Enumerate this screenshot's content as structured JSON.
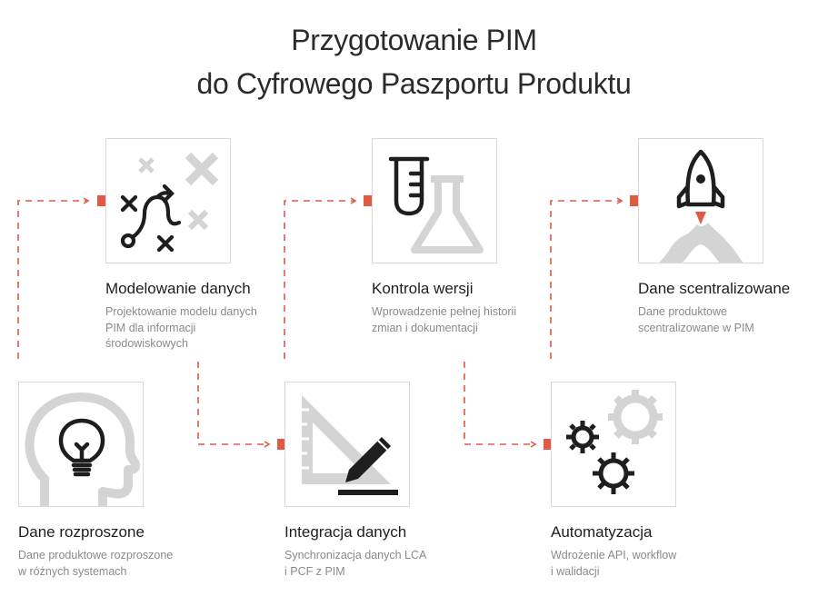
{
  "title": {
    "line1": "Przygotowanie PIM",
    "line2": "do Cyfrowego Paszportu Produktu"
  },
  "accent_color": "#e05a44",
  "icon_dark": "#1e1e1e",
  "icon_light": "#d4d4d4",
  "steps": [
    {
      "label": "Dane rozproszone",
      "desc": [
        "Dane produktowe rozproszone",
        "w różnych systemach"
      ],
      "icon": "head-lightbulb-icon"
    },
    {
      "label": "Modelowanie danych",
      "desc": [
        "Projektowanie modelu danych",
        "PIM dla informacji",
        "środowiskowych"
      ],
      "icon": "path-map-icon"
    },
    {
      "label": "Integracja danych",
      "desc": [
        "Synchronizacja danych LCA",
        "i PCF z PIM"
      ],
      "icon": "ruler-pen-icon"
    },
    {
      "label": "Kontrola wersji",
      "desc": [
        "Wprowadzenie pełnej historii",
        "zmian i dokumentacji"
      ],
      "icon": "test-tube-flask-icon"
    },
    {
      "label": "Automatyzacja",
      "desc": [
        "Wdrożenie API, workflow",
        "i walidacji"
      ],
      "icon": "gears-icon"
    },
    {
      "label": "Dane scentralizowane",
      "desc": [
        "Dane produktowe",
        "scentralizowane w PIM"
      ],
      "icon": "rocket-icon"
    }
  ]
}
